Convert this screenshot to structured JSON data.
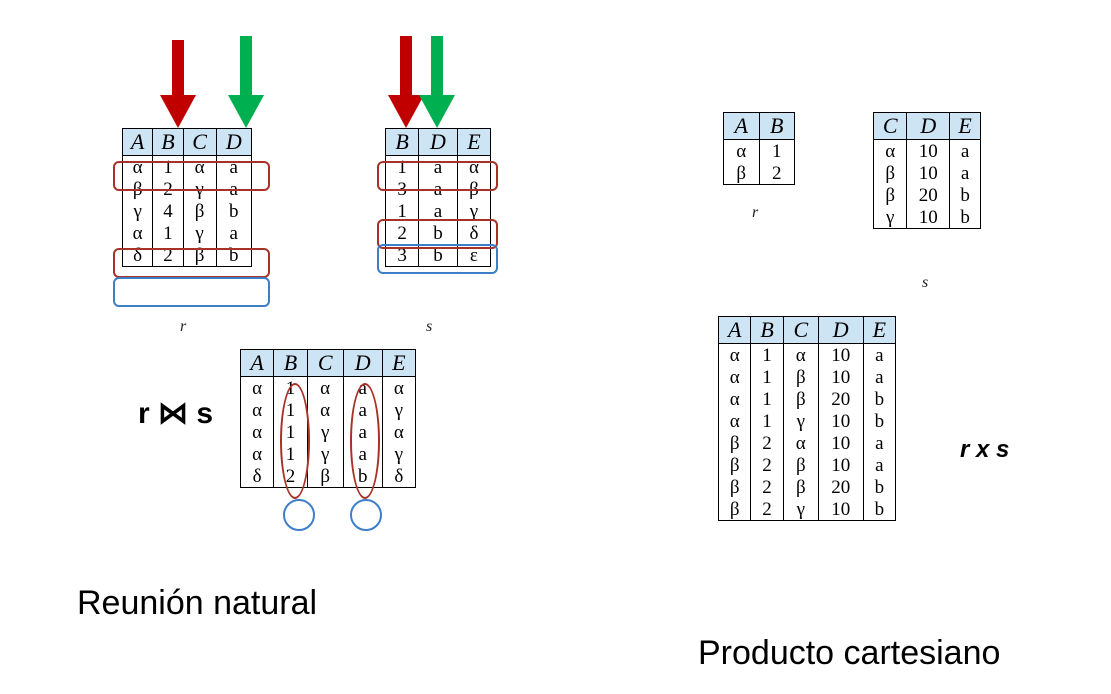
{
  "colors": {
    "match_red": "#a93226",
    "match_blue": "#3d7ec9",
    "arrow_red": "#c00000",
    "arrow_green": "#00b050",
    "header_fill": "#cde4f5"
  },
  "natural_join": {
    "r": {
      "caption": "r",
      "headers": [
        "A",
        "B",
        "C",
        "D"
      ],
      "rows": [
        [
          "α",
          "1",
          "α",
          "a"
        ],
        [
          "β",
          "2",
          "γ",
          "a"
        ],
        [
          "γ",
          "4",
          "β",
          "b"
        ],
        [
          "α",
          "1",
          "γ",
          "a"
        ],
        [
          "δ",
          "2",
          "β",
          "b"
        ]
      ]
    },
    "s": {
      "caption": "s",
      "headers": [
        "B",
        "D",
        "E"
      ],
      "rows": [
        [
          "1",
          "a",
          "α"
        ],
        [
          "3",
          "a",
          "β"
        ],
        [
          "1",
          "a",
          "γ"
        ],
        [
          "2",
          "b",
          "δ"
        ],
        [
          "3",
          "b",
          "ε"
        ]
      ]
    },
    "result_label": "r ⋈ s",
    "result": {
      "headers": [
        "A",
        "B",
        "C",
        "D",
        "E"
      ],
      "rows": [
        [
          "α",
          "1",
          "α",
          "a",
          "α"
        ],
        [
          "α",
          "1",
          "α",
          "a",
          "γ"
        ],
        [
          "α",
          "1",
          "γ",
          "a",
          "α"
        ],
        [
          "α",
          "1",
          "γ",
          "a",
          "γ"
        ],
        [
          "δ",
          "2",
          "β",
          "b",
          "δ"
        ]
      ]
    },
    "title": "Reunión natural"
  },
  "cartesian": {
    "r": {
      "caption": "r",
      "headers": [
        "A",
        "B"
      ],
      "rows": [
        [
          "α",
          "1"
        ],
        [
          "β",
          "2"
        ]
      ]
    },
    "s": {
      "caption": "s",
      "headers": [
        "C",
        "D",
        "E"
      ],
      "rows": [
        [
          "α",
          "10",
          "a"
        ],
        [
          "β",
          "10",
          "a"
        ],
        [
          "β",
          "20",
          "b"
        ],
        [
          "γ",
          "10",
          "b"
        ]
      ]
    },
    "result": {
      "headers": [
        "A",
        "B",
        "C",
        "D",
        "E"
      ],
      "rows": [
        [
          "α",
          "1",
          "α",
          "10",
          "a"
        ],
        [
          "α",
          "1",
          "β",
          "10",
          "a"
        ],
        [
          "α",
          "1",
          "β",
          "20",
          "b"
        ],
        [
          "α",
          "1",
          "γ",
          "10",
          "b"
        ],
        [
          "β",
          "2",
          "α",
          "10",
          "a"
        ],
        [
          "β",
          "2",
          "β",
          "10",
          "a"
        ],
        [
          "β",
          "2",
          "β",
          "20",
          "b"
        ],
        [
          "β",
          "2",
          "γ",
          "10",
          "b"
        ]
      ]
    },
    "result_label": "r x s",
    "title": "Producto cartesiano"
  }
}
